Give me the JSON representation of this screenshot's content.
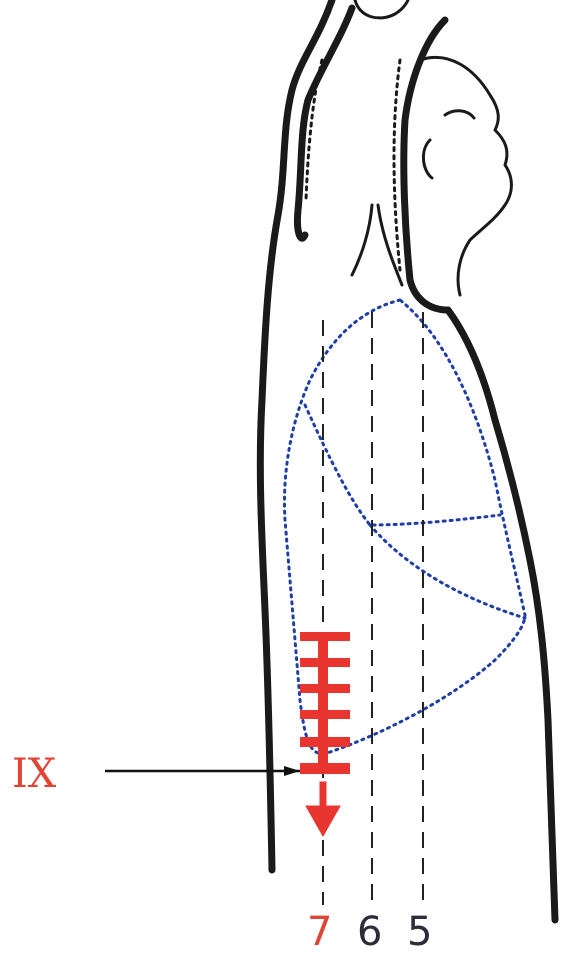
{
  "figure": {
    "rib_label": "IX",
    "line_labels": [
      "7",
      "6",
      "5"
    ],
    "colors": {
      "outline": "#1a1a1a",
      "lung_dots": "#1f3fa6",
      "marker_red": "#e8352f",
      "label_red": "#e04434",
      "label_dark": "#2b2d3a"
    },
    "marker": {
      "bars": 6,
      "direction": "down"
    },
    "icons": {
      "arrow": "down-arrow-icon"
    }
  }
}
